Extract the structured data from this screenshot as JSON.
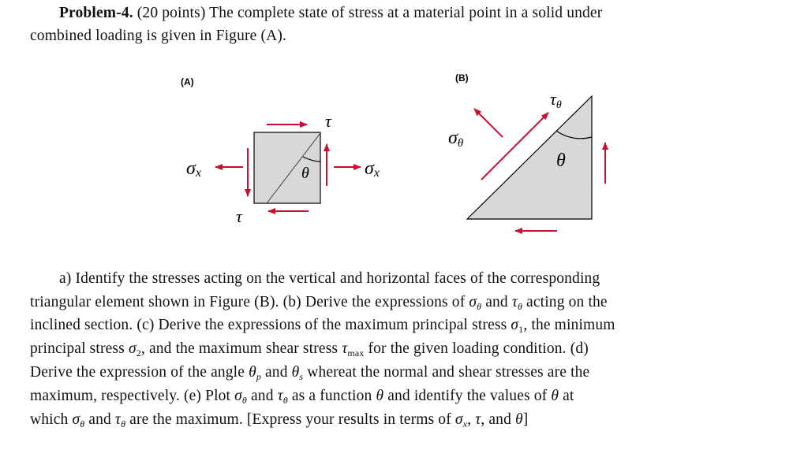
{
  "problem": {
    "title": "Problem-4.",
    "points": "(20 points)",
    "intro_line1": "The complete state of stress at a material point in a solid under",
    "intro_line2": "combined loading is given in Figure (A)."
  },
  "figures": {
    "figure_a": {
      "label": "(A)",
      "sigma_label": "σ",
      "sigma_sub": "x",
      "tau_label": "τ",
      "theta_label": "θ"
    },
    "figure_b": {
      "label": "(B)",
      "sigma_label": "σ",
      "tau_label": "τ",
      "sub_theta": "θ",
      "theta_label": "θ"
    },
    "colors": {
      "arrow_red": "#c8102e",
      "fill_gray": "#d8d8d8",
      "stroke": "#000000"
    }
  },
  "body": {
    "l1": "a) Identify the stresses acting on the vertical and horizontal faces of the corresponding",
    "l2a": "triangular element shown in Figure (B). (b) Derive the expressions of ",
    "l2b": " and ",
    "l2c": " acting on the",
    "l3a": "inclined section. (c) Derive the expressions of the maximum principal stress ",
    "l3b": ", the minimum",
    "l4a": "principal stress ",
    "l4b": ", and the maximum shear stress ",
    "l4c": " for the given loading condition. (d)",
    "l5a": "Derive the expression of the angle ",
    "l5b": " and ",
    "l5c": " whereat the normal and shear stresses are the",
    "l6a": "maximum, respectively. (e) Plot ",
    "l6b": " and ",
    "l6c": " as a function ",
    "l6d": " and identify the values of ",
    "l6e": " at",
    "l7a": "which ",
    "l7b": " and ",
    "l7c": " are the maximum. [Express your results in terms of ",
    "l7d": ", ",
    "l7e": ", and ",
    "l7f": "]",
    "sym": {
      "sigma": "σ",
      "tau": "τ",
      "theta": "θ",
      "one": "1",
      "two": "2",
      "max": "max",
      "p": "p",
      "s": "s",
      "x": "x"
    }
  }
}
